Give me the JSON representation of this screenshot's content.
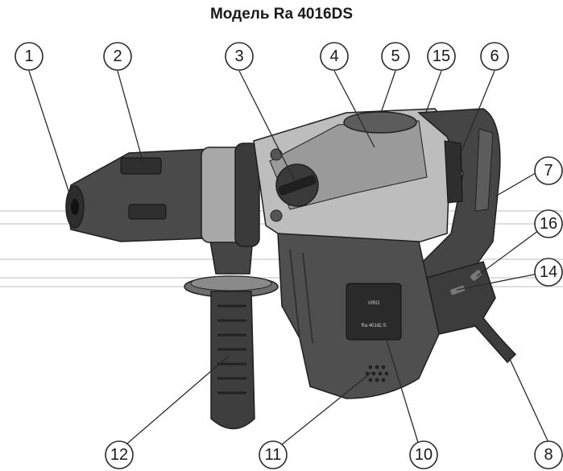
{
  "title": "Модель Ra 4016DS",
  "label_plate": {
    "brand": "VIRO",
    "model": "Ra 4016DS"
  },
  "colors": {
    "body_dark": "#3a3a3a",
    "body_mid": "#5c5c5c",
    "body_light": "#9a9a9a",
    "body_lighter": "#bdbdbd",
    "outline": "#1f1f1f"
  },
  "callouts": [
    {
      "id": "1",
      "label": "1"
    },
    {
      "id": "2",
      "label": "2"
    },
    {
      "id": "3",
      "label": "3"
    },
    {
      "id": "4",
      "label": "4"
    },
    {
      "id": "5",
      "label": "5"
    },
    {
      "id": "15",
      "label": "15"
    },
    {
      "id": "6",
      "label": "6"
    },
    {
      "id": "7",
      "label": "7"
    },
    {
      "id": "16",
      "label": "16"
    },
    {
      "id": "14",
      "label": "14"
    },
    {
      "id": "8",
      "label": "8"
    },
    {
      "id": "10",
      "label": "10"
    },
    {
      "id": "11",
      "label": "11"
    },
    {
      "id": "12",
      "label": "12"
    }
  ]
}
